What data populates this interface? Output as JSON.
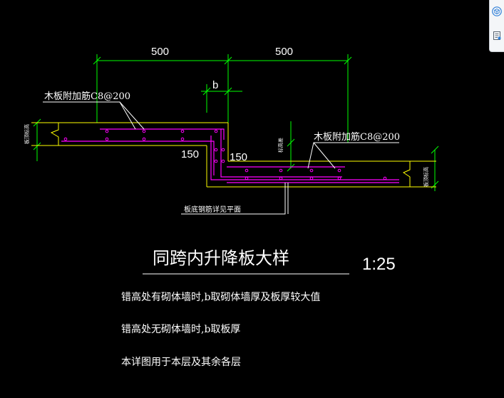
{
  "dimensions": {
    "top_left": "500",
    "top_right": "500",
    "b_label": "b",
    "offset_left": "150",
    "offset_right": "150"
  },
  "callouts": {
    "left_top_rebar": "木板附加筋C8@200",
    "right_top_rebar": "木板附加筋C8@200",
    "bottom_rebar": "板底钢筋详见平面",
    "left_elev_mark": "板顶标高",
    "right_elev_mark": "板顶标高",
    "mid_elev_mark": "标高差"
  },
  "title": {
    "text": "同跨内升降板大样",
    "scale": "1:25"
  },
  "notes": [
    "错高处有砌体墙时,b取砌体墙厚及板厚较大值",
    "错高处无砌体墙时,b取板厚",
    "本详图用于本层及其余各层"
  ],
  "colors": {
    "background": "#000000",
    "dimension": "#00ff00",
    "slab_outline": "#ffff00",
    "rebar": "#ff00ff",
    "leader": "#ffffff"
  },
  "side_panel": {
    "icons": [
      "cube-icon",
      "document-icon"
    ]
  }
}
